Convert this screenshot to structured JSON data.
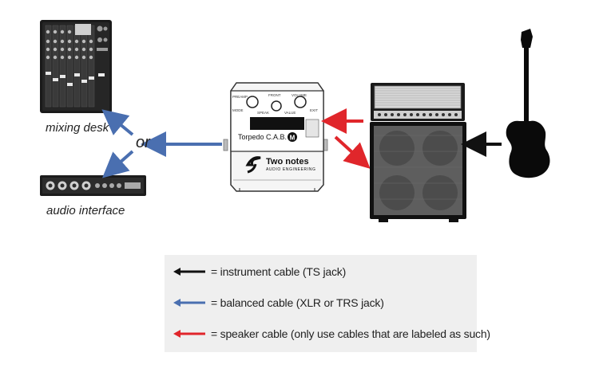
{
  "captions": {
    "mixer": "mixing desk",
    "audio_interface": "audio interface",
    "or_word": "or"
  },
  "torpedo": {
    "top_labels": [
      "PREAMP",
      "FRONT",
      "VOLUME",
      "MODE",
      "SPEAK",
      "VALUE",
      "EXIT"
    ],
    "name": "Torpedo C.A.B.",
    "badge": "M",
    "brand": "Two notes",
    "brand_sub": "AUDIO ENGINEERING"
  },
  "icons": [
    "mixer-icon",
    "audio-interface-icon",
    "torpedo-cab-m-icon",
    "amp-head-icon",
    "speaker-cabinet-icon",
    "electric-guitar-icon"
  ],
  "colors": {
    "instrument": "#111111",
    "balanced": "#4a6fb0",
    "speaker": "#e0262b",
    "legend_bg": "#efefef"
  },
  "legend": [
    {
      "color": "#111111",
      "text": "= instrument cable (TS jack)"
    },
    {
      "color": "#4a6fb0",
      "text": "= balanced cable (XLR or TRS jack)"
    },
    {
      "color": "#e0262b",
      "text": "= speaker cable (only use cables that are labeled as such)"
    }
  ]
}
